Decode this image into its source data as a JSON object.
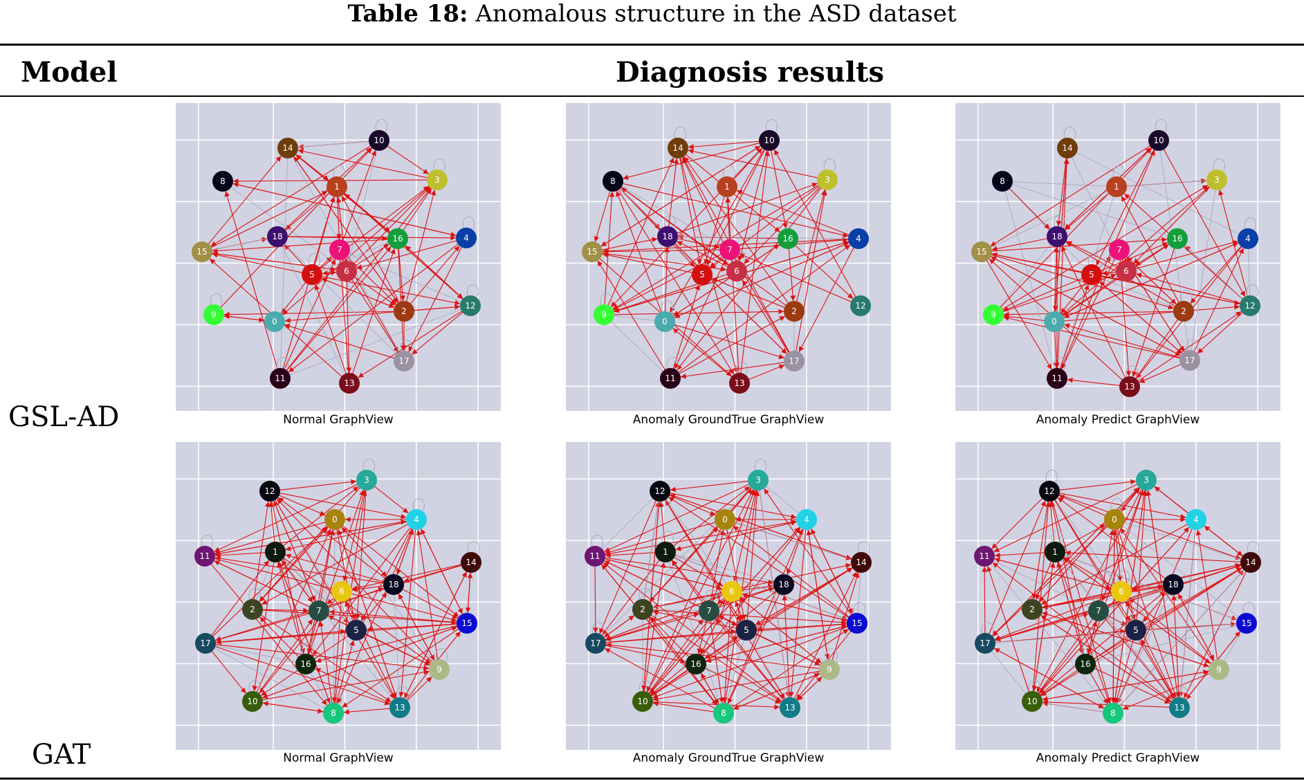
{
  "caption": {
    "label": "Table 18:",
    "text": "Anomalous structure in the ASD dataset"
  },
  "header": {
    "model": "Model",
    "results": "Diagnosis results"
  },
  "rows": [
    {
      "model": "GSL-AD",
      "panels": [
        {
          "title": "Normal GraphView"
        },
        {
          "title": "Anomaly GroundTrue GraphView"
        },
        {
          "title": "Anomaly Predict GraphView"
        }
      ]
    },
    {
      "model": "GAT",
      "panels": [
        {
          "title": "Normal GraphView"
        },
        {
          "title": "Anomaly GroundTrue GraphView"
        },
        {
          "title": "Anomaly Predict GraphView"
        }
      ]
    }
  ],
  "colors": {
    "panel_bg": "#d1d3e3",
    "edge_anomalous": "#dd1111",
    "edge_normal": "#a8aabb",
    "label_text": "#ffffff"
  },
  "node_colors": {
    "gsl": [
      "#4aabad",
      "#b8401e",
      "#9c3a12",
      "#bfbf2e",
      "#0a3fa8",
      "#d40f0f",
      "#c72f45",
      "#ee1177",
      "#06061b",
      "#33ff33",
      "#1a0a2a",
      "#2a0018",
      "#287a6c",
      "#7a0d1a",
      "#6e3d0a",
      "#a09048",
      "#139e3b",
      "#9a92a0",
      "#3d0f6e"
    ],
    "gat": [
      "#a8840e",
      "#0d1a0d",
      "#3d4422",
      "#26a89a",
      "#1fd2e6",
      "#1c2244",
      "#e9c711",
      "#264d42",
      "#16c77c",
      "#adb889",
      "#385e0a",
      "#6e1672",
      "#080810",
      "#117c88",
      "#400a08",
      "#0a0ad2",
      "#0e260e",
      "#174a60",
      "#080820"
    ]
  }
}
